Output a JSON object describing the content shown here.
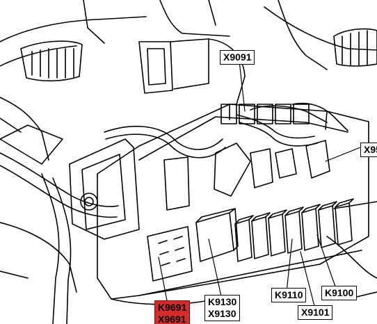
{
  "callouts": {
    "x9091": "X9091",
    "x95_partial": "X95",
    "k9691": "K9691",
    "x9691": "X9691",
    "k9130": "K9130",
    "x9130": "X9130",
    "k9110": "K9110",
    "x9101": "X9101",
    "k9100": "K9100"
  },
  "colors": {
    "line": "#000000",
    "highlight": "#d42b2b",
    "background": "#ffffff"
  }
}
